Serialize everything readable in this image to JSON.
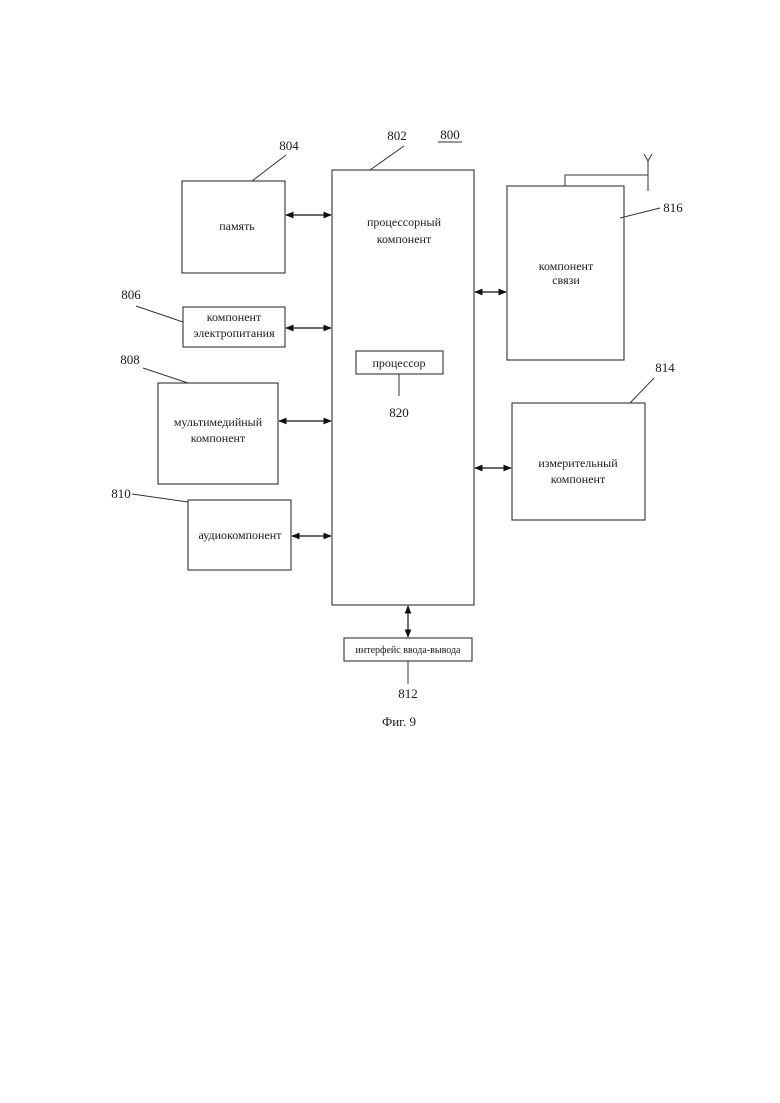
{
  "diagram": {
    "ref_main": "800",
    "figure_caption": "Фиг. 9",
    "processor_block": {
      "ref": "802",
      "label_line1": "процессорный",
      "label_line2": "компонент",
      "inner": {
        "ref": "820",
        "label": "процессор"
      }
    },
    "memory": {
      "ref": "804",
      "label": "память"
    },
    "power": {
      "ref": "806",
      "label_line1": "компонент",
      "label_line2": "электропитания"
    },
    "multimedia": {
      "ref": "808",
      "label_line1": "мультимедийный",
      "label_line2": "компонент"
    },
    "audio": {
      "ref": "810",
      "label": "аудиокомпонент"
    },
    "io_interface": {
      "ref": "812",
      "label": "интерфейс ввода-вывода"
    },
    "sensor": {
      "ref": "814",
      "label_line1": "измерительный",
      "label_line2": "компонент"
    },
    "communication": {
      "ref": "816",
      "label_line1": "компонент",
      "label_line2": "связи"
    }
  }
}
